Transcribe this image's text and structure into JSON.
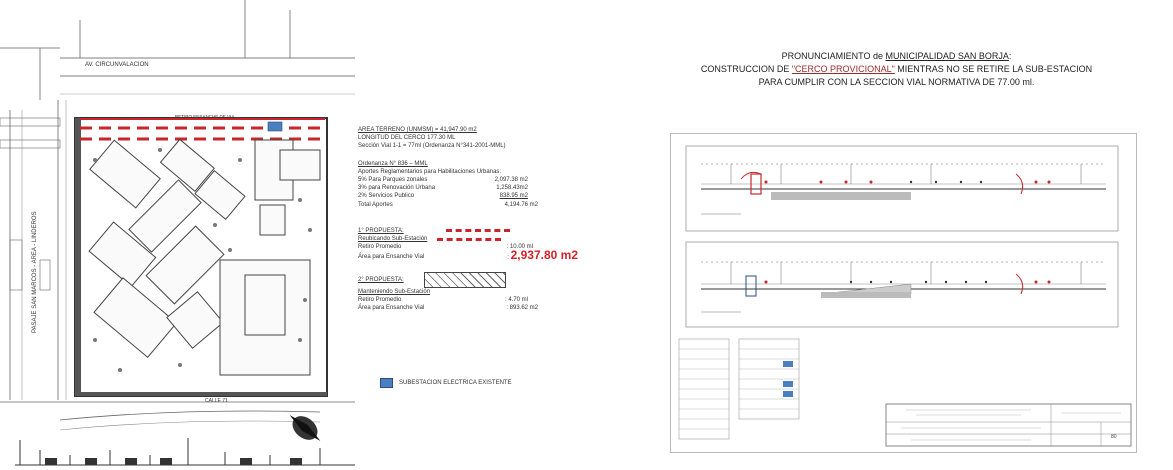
{
  "plan": {
    "street_top": "AV. CIRCUNVALACION",
    "street_left": "PASAJE SAN MARCOS - AREA - LINDEROS",
    "street_bottom": "CALLE 71",
    "callout_label": "RETIRO ENSANCHE DE VIA"
  },
  "notes": {
    "line1": "AREA TERRENO (UNMSM) = 41,947.90 m2",
    "line2": "LONGITUD DEL CERCO 177.30 ML",
    "line3": "Sección Vial 1-1 = 77ml (Ordenanza N°341-2001-MML)",
    "ord_title": "Ordenanza N° 836 – MML",
    "ord_sub": "Aportes Reglamentarios para Habilitaciones Urbanas:",
    "rows": [
      {
        "label": "5% Para Parques zonales",
        "value": "2,097.38 m2"
      },
      {
        "label": "3% para Renovación Urbana",
        "value": "1,258.43m2"
      },
      {
        "label": "2% Servicios Publico",
        "value": "838.95 m2"
      },
      {
        "label": "Total Aportes",
        "value": "4,194.76 m2"
      }
    ],
    "p1_title": "1° PROPUESTA:",
    "p1_sub": "Reubicando Sub-Estación",
    "p1_retiro_label": "Retiro Promedio",
    "p1_retiro_value": ": 10.00 ml",
    "p1_area_label": "Área para Ensanche Vial",
    "p1_area_value": "2,937.80 m2",
    "p2_title": "2° PROPUESTA:",
    "p2_sub": "Manteniendo Sub-Estación",
    "p2_retiro_label": "Retiro Promedio",
    "p2_retiro_value": ": 4.70 ml",
    "p2_area_label": "Área para Ensanche Vial",
    "p2_area_value": ": 893.62 m2",
    "legend": "SUBESTACION ELECTRICA EXISTENTE"
  },
  "heading": {
    "line1_prefix": "PRONUNCIAMIENTO  de ",
    "line1_link": "MUNICIPALIDAD SAN BORJA",
    "line1_suffix": ":",
    "line2_prefix": "CONSTRUCCION DE ",
    "line2_highlight": "\"CERCO PROVICIONAL\"",
    "line2_suffix": " MIENTRAS NO SE RETIRE LA SUB-ESTACION",
    "line3": "PARA CUMPLIR CON LA SECCION VIAL NORMATIVA DE 77.00 ml."
  },
  "sheet": {
    "sheet_number": "80"
  },
  "colors": {
    "dash_red": "#c9262b",
    "highlight_red": "#d4202a",
    "substation_blue": "#4a7fc0"
  }
}
